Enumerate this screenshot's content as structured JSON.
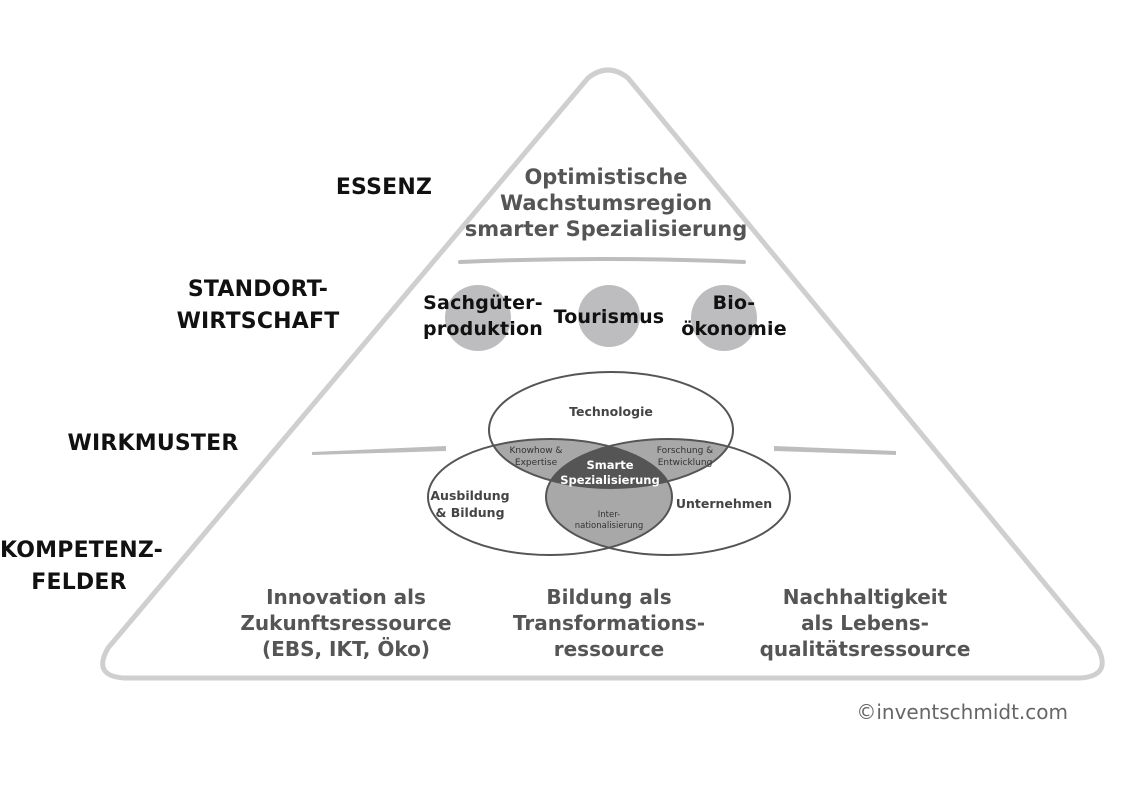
{
  "levels": {
    "essenz": "ESSENZ",
    "standort": [
      "STANDORT-",
      "WIRTSCHAFT"
    ],
    "wirkmuster": "WIRKMUSTER",
    "kompetenz": [
      "KOMPETENZ-",
      "FELDER"
    ]
  },
  "essence": [
    "Optimistische",
    "Wachstumsregion",
    "smarter Spezialisierung"
  ],
  "standort_items": [
    {
      "lines": [
        "Sachgüter-",
        "produktion"
      ]
    },
    {
      "lines": [
        "Tourismus"
      ]
    },
    {
      "lines": [
        "Bio-",
        "ökonomie"
      ]
    }
  ],
  "venn": {
    "top": "Technologie",
    "left": [
      "Ausbildung",
      "& Bildung"
    ],
    "right": "Unternehmen",
    "overlap_top_left": [
      "Knowhow &",
      "Expertise"
    ],
    "overlap_top_right": [
      "Forschung &",
      "Entwicklung"
    ],
    "overlap_bottom": [
      "Inter-",
      "nationalisierung"
    ],
    "center": [
      "Smarte",
      "Spezialisierung"
    ]
  },
  "fields": [
    {
      "lines": [
        "Innovation als",
        "Zukunftsressource",
        "(EBS, IKT, Öko)"
      ]
    },
    {
      "lines": [
        "Bildung als",
        "Transformations-",
        "ressource"
      ]
    },
    {
      "lines": [
        "Nachhaltigkeit",
        "als Lebens-",
        "qualitätsressource"
      ]
    }
  ],
  "copyright": "©inventschmidt.com",
  "colors": {
    "outline": "#cfcfcf",
    "circle_fill": "#bdbdbf",
    "overlap_fill": "#a8a8a8",
    "center_fill": "#555555",
    "stroke": "#555555"
  }
}
